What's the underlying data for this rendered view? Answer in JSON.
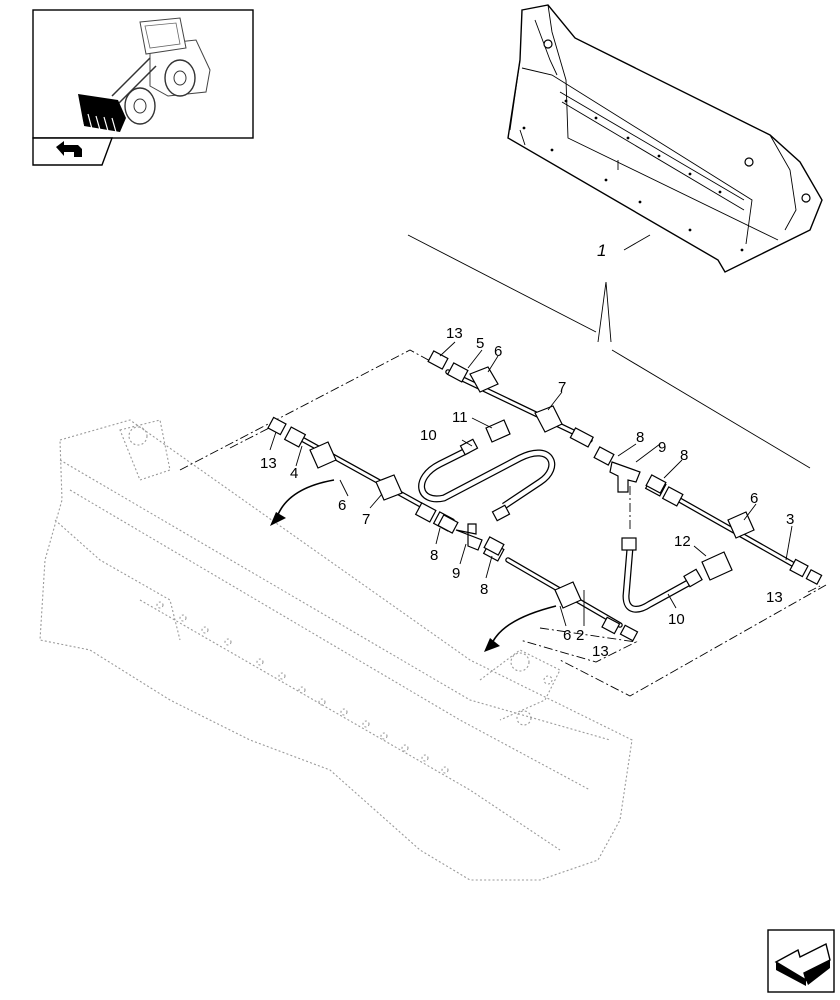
{
  "callouts": {
    "c1": "1",
    "c2": "2",
    "c3": "3",
    "c4": "4",
    "c5": "5",
    "c6a": "6",
    "c6b": "6",
    "c6c": "6",
    "c6d": "6",
    "c6e": "6",
    "c7a": "7",
    "c7b": "7",
    "c8a": "8",
    "c8b": "8",
    "c8c": "8",
    "c8d": "8",
    "c9a": "9",
    "c9b": "9",
    "c10a": "10",
    "c10b": "10",
    "c11": "11",
    "c12": "12",
    "c13a": "13",
    "c13b": "13",
    "c13c": "13",
    "c13d": "13"
  },
  "icons": {
    "thumbnail": "wheel-loader-thumbnail-icon",
    "thumbnail_tab": "back-arrow-icon",
    "nav": "previous-page-arrow-icon"
  }
}
